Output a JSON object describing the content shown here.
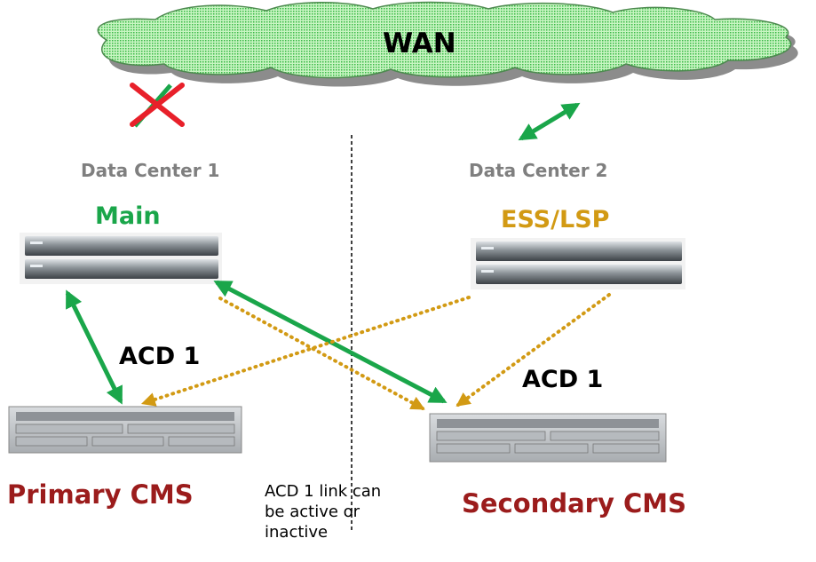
{
  "cloud_label": "WAN",
  "data_center_1": "Data Center 1",
  "data_center_2": "Data Center 2",
  "main_label": "Main",
  "ess_label": "ESS/LSP",
  "acd_left": "ACD 1",
  "acd_right": "ACD 1",
  "primary_cms": "Primary CMS",
  "secondary_cms": "Secondary CMS",
  "note_lines": [
    "ACD 1 link can",
    "be active or",
    "inactive"
  ],
  "colors": {
    "cloud_fill": "#9ee89a",
    "cloud_shadow": "#8c8c8c",
    "green_link": "#1aa64a",
    "gold_link": "#d29a14",
    "fail_x": "#e8202a"
  }
}
